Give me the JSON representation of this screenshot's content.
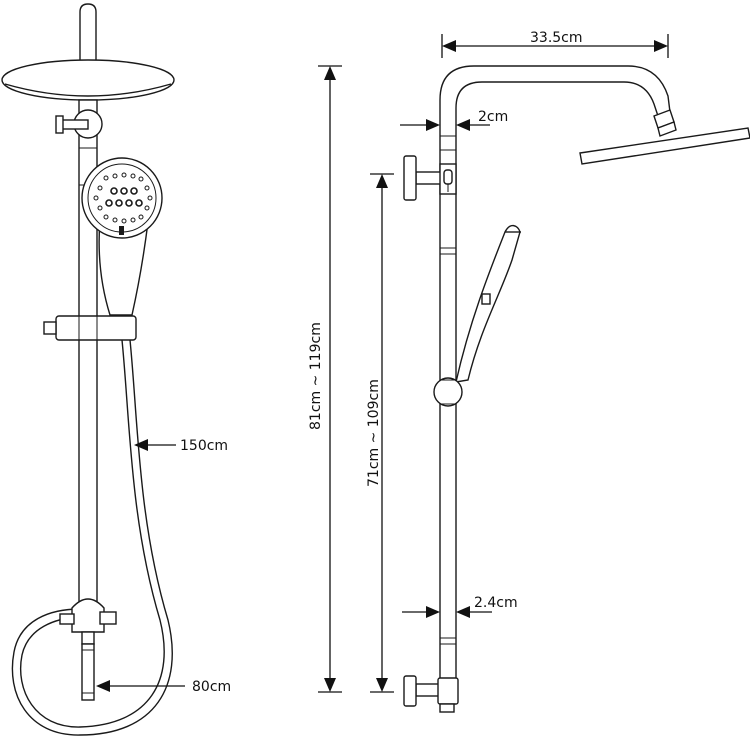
{
  "dimensions": {
    "hose_length": "150cm",
    "lower_pipe_length": "80cm",
    "arm_reach": "33.5cm",
    "upper_pipe_diameter": "2cm",
    "lower_pipe_diameter": "2.4cm",
    "total_height_range": "81cm ~ 119cm",
    "rail_height_range": "71cm ~ 109cm"
  }
}
